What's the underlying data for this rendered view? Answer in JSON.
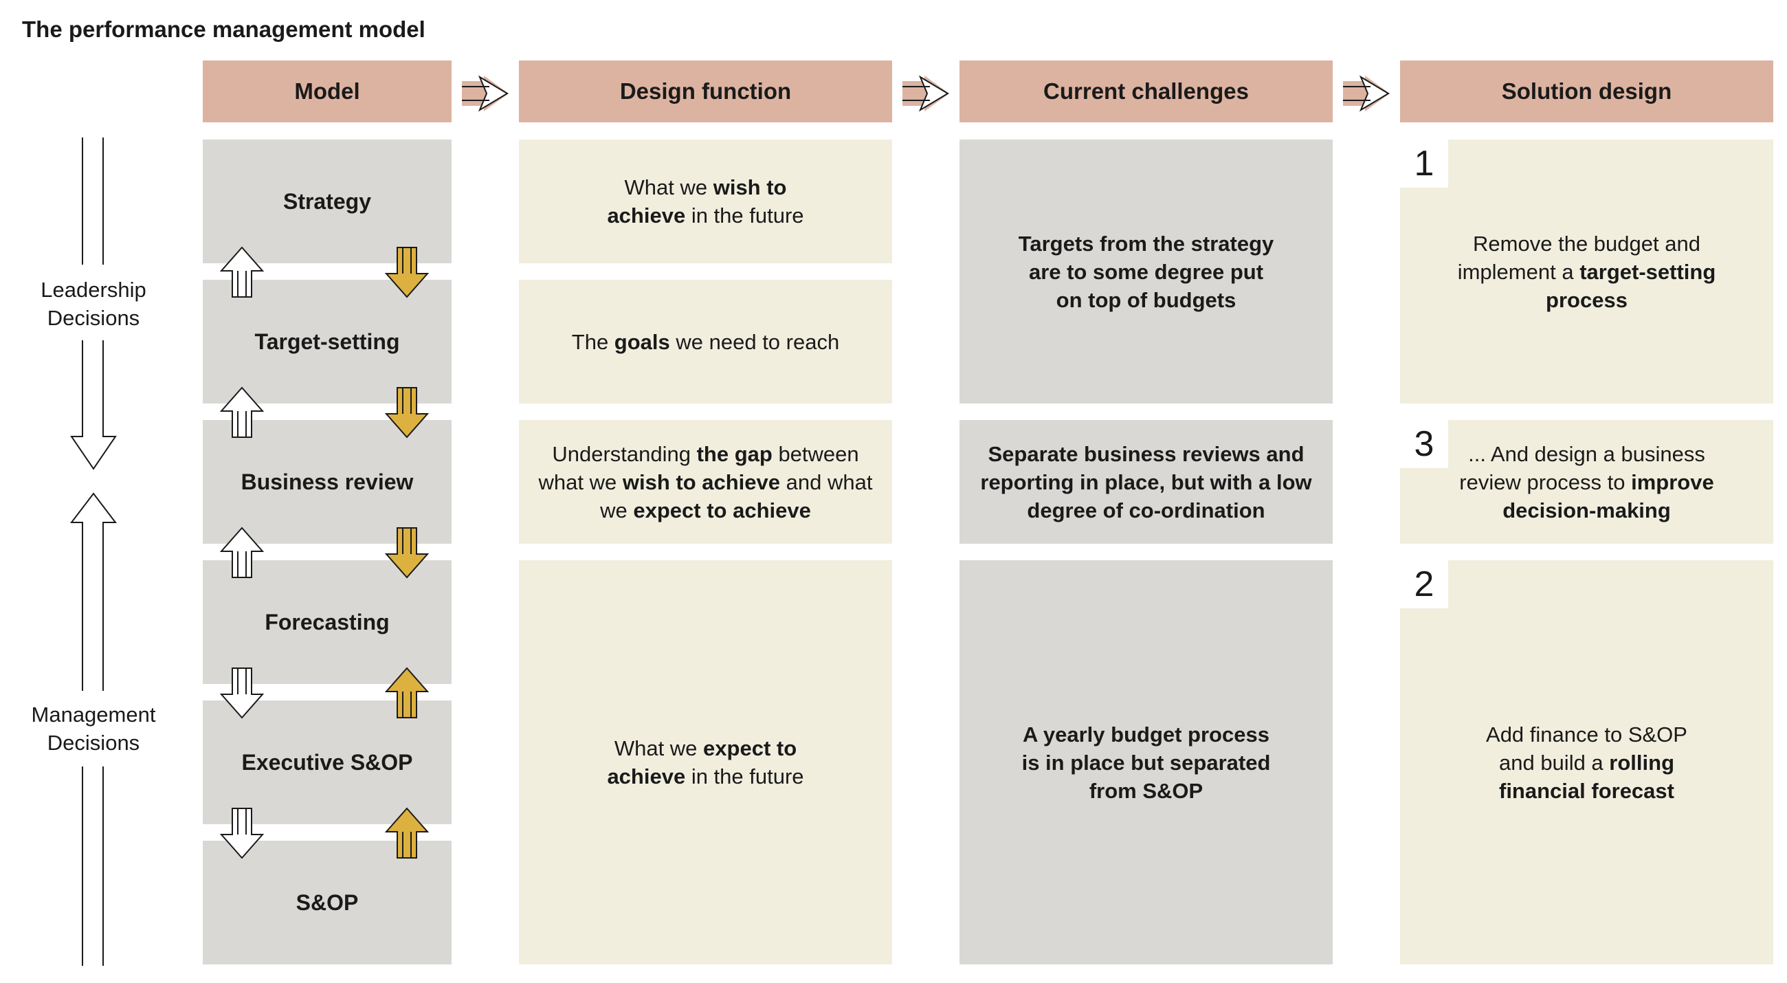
{
  "title": "The performance management model",
  "headers": {
    "model": "Model",
    "design": "Design function",
    "challenges": "Current challenges",
    "solution": "Solution design"
  },
  "side_labels": {
    "leadership": "Leadership Decisions",
    "management": "Management Decisions"
  },
  "model_steps": [
    "Strategy",
    "Target-setting",
    "Business review",
    "Forecasting",
    "Executive S&OP",
    "S&OP"
  ],
  "design_function": [
    {
      "parts": [
        {
          "t": "What we ",
          "b": false
        },
        {
          "t": "wish to achieve",
          "b": true
        },
        {
          "t": " in the future",
          "b": false
        }
      ]
    },
    {
      "parts": [
        {
          "t": "The ",
          "b": false
        },
        {
          "t": "goals",
          "b": true
        },
        {
          "t": " we need to reach",
          "b": false
        }
      ]
    },
    {
      "parts": [
        {
          "t": "Understanding ",
          "b": false
        },
        {
          "t": "the gap",
          "b": true
        },
        {
          "t": " between what we ",
          "b": false
        },
        {
          "t": "wish to achieve",
          "b": true
        },
        {
          "t": " and what we ",
          "b": false
        },
        {
          "t": "expect to achieve",
          "b": true
        }
      ]
    },
    {
      "parts": [
        {
          "t": "What we ",
          "b": false
        },
        {
          "t": "expect to achieve",
          "b": true
        },
        {
          "t": " in the future",
          "b": false
        }
      ]
    }
  ],
  "challenges": [
    "Targets from the strategy are to some degree put on top of budgets",
    "Separate business reviews and reporting in place, but with a low degree of co-ordination",
    "A yearly budget process is in place but separated from S&OP"
  ],
  "solutions": [
    {
      "number": "1",
      "parts": [
        {
          "t": "Remove the budget and implement a ",
          "b": false
        },
        {
          "t": "target-setting process",
          "b": true
        }
      ]
    },
    {
      "number": "3",
      "parts": [
        {
          "t": "... And design a business review process to ",
          "b": false
        },
        {
          "t": "improve decision-making",
          "b": true
        }
      ]
    },
    {
      "number": "2",
      "parts": [
        {
          "t": "Add finance to S&OP and build a ",
          "b": false
        },
        {
          "t": "rolling financial forecast",
          "b": true
        }
      ]
    }
  ],
  "colors": {
    "header": "#dcb3a1",
    "model_box": "#d9d8d4",
    "light_box": "#f1eede",
    "gold_arrow": "#ddb140"
  },
  "icons": [
    "header-arrow-icon",
    "double-up-arrow-icon",
    "double-down-arrow-icon",
    "long-up-arrow-icon",
    "long-down-arrow-icon"
  ]
}
